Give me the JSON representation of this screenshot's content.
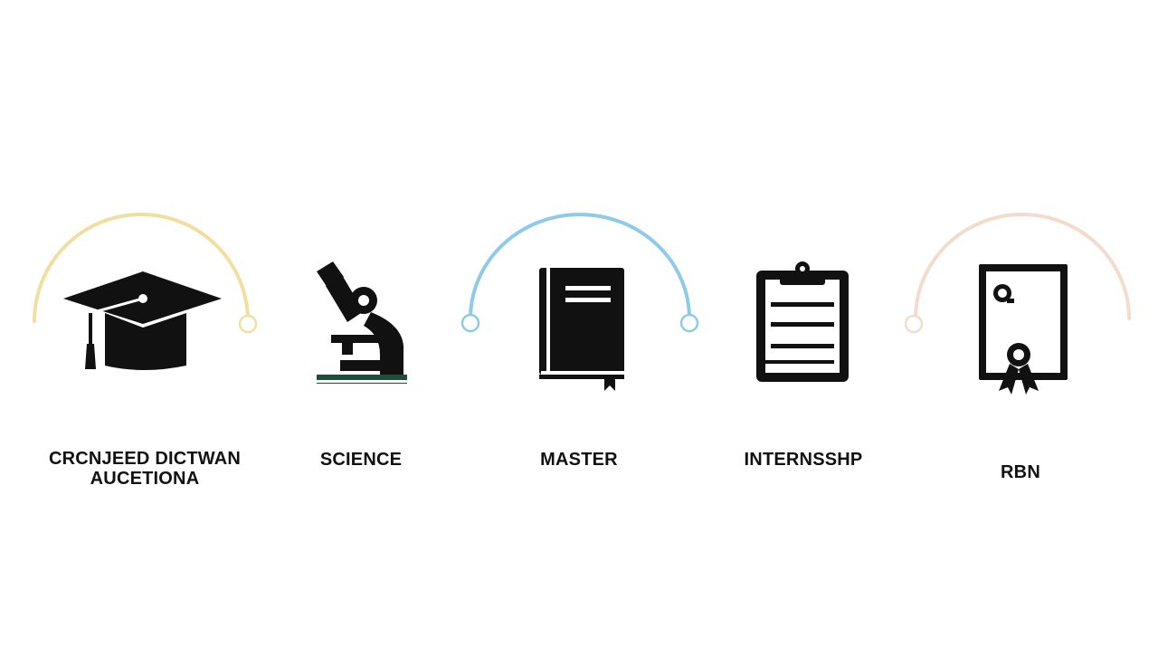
{
  "steps": [
    {
      "lines": [
        "CRCNJEED DICTWAN",
        "AUCETIONA"
      ],
      "icon": "graduation-cap-icon"
    },
    {
      "lines": [
        "SCIENCE"
      ],
      "icon": "microscope-icon"
    },
    {
      "lines": [
        "MASTER"
      ],
      "icon": "book-icon"
    },
    {
      "lines": [
        "INTERNSSHP"
      ],
      "icon": "clipboard-icon"
    },
    {
      "lines": [
        "RBN"
      ],
      "icon": "certificate-icon"
    }
  ],
  "colors": {
    "arc_1": "#f1dfa0",
    "arc_2": "#8ecbea",
    "arc_3": "#f1dccd",
    "icon": "#111111",
    "microscope_base": "#1f4f3a",
    "text": "#111111"
  }
}
